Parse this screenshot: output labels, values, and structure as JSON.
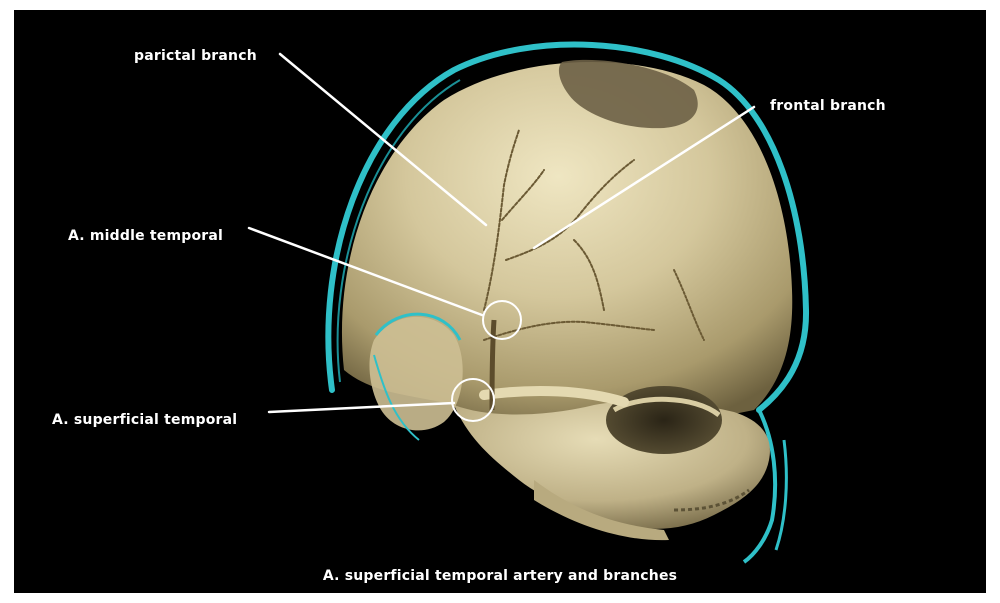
{
  "labels": {
    "parietal": "parictal branch",
    "frontal": "frontal branch",
    "middle_temporal": "A. middle temporal",
    "superficial_temporal": "A. superficial temporal"
  },
  "caption": "A. superficial temporal artery and branches",
  "colors": {
    "background": "#000000",
    "bone": "#cfc39a",
    "vessel": "#2fc0c8",
    "leader": "#ffffff"
  }
}
